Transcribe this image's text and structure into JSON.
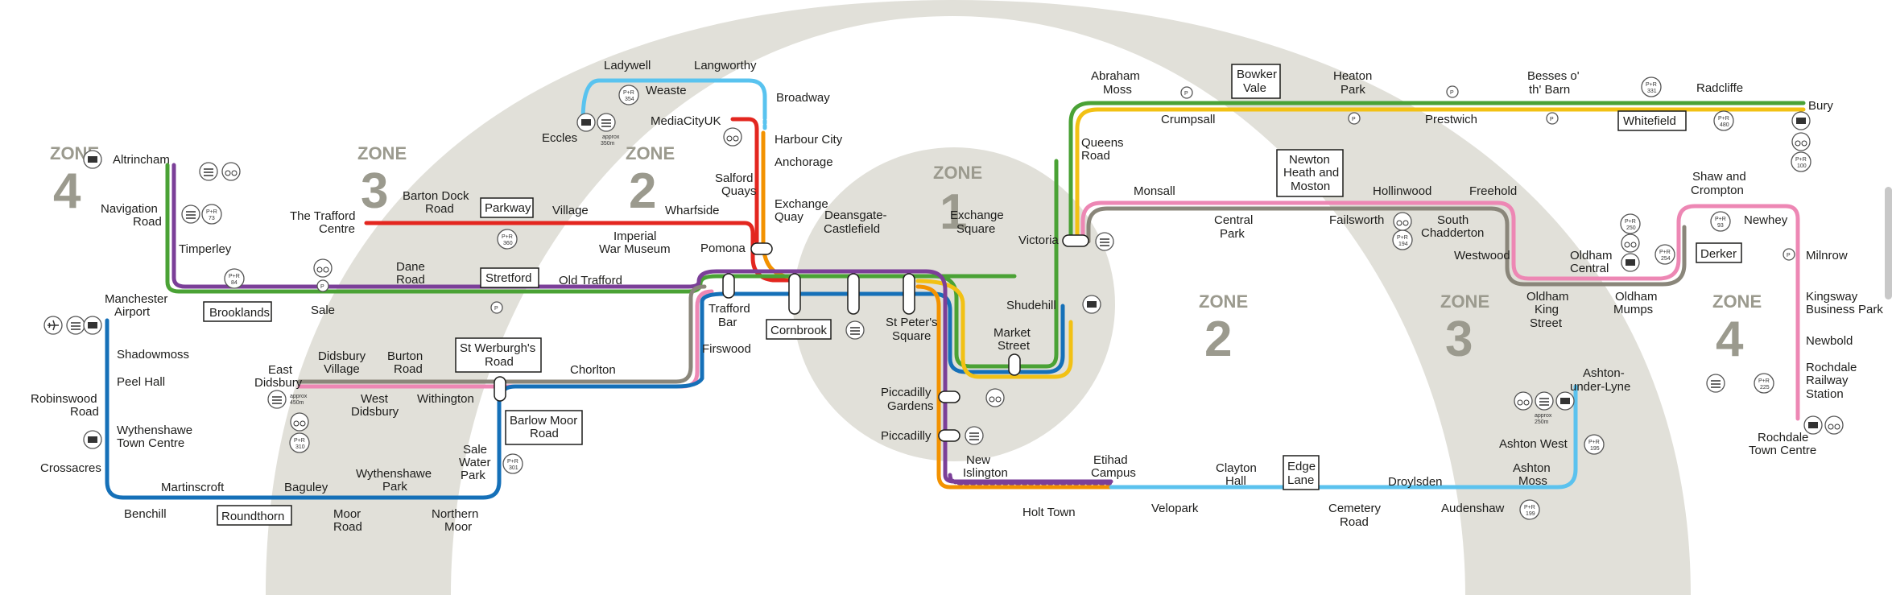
{
  "map": {
    "zones": [
      {
        "label": "ZONE",
        "number": "4"
      },
      {
        "label": "ZONE",
        "number": "3"
      },
      {
        "label": "ZONE",
        "number": "2"
      },
      {
        "label": "ZONE",
        "number": "1"
      },
      {
        "label": "ZONE",
        "number": "2"
      },
      {
        "label": "ZONE",
        "number": "3"
      },
      {
        "label": "ZONE",
        "number": "4"
      }
    ],
    "colors": {
      "zone_fill": "#e1e0d9",
      "altrincham": "#7b3f98",
      "bury": "#f2c114",
      "eccles": "#59c3ef",
      "airport": "#1570b8",
      "trafford": "#e3261f",
      "east_didsbury": "#ed87b4",
      "rochdale": "#ed87b4",
      "ashton": "#5bc2ee",
      "piccadilly_purple": "#7b3f98",
      "green": "#4aa235",
      "orange": "#f39200",
      "gray": "#8a867a"
    },
    "stations": [
      "Altrincham",
      "Navigation Road",
      "Timperley",
      "Brooklands",
      "Sale",
      "Dane Road",
      "Stretford",
      "Old Trafford",
      "The Trafford Centre",
      "Barton Dock Road",
      "Parkway",
      "Village",
      "Imperial War Museum",
      "Wharfside",
      "Ladywell",
      "Weaste",
      "Langworthy",
      "Broadway",
      "MediaCityUK",
      "Harbour City",
      "Anchorage",
      "Salford Quays",
      "Exchange Quay",
      "Pomona",
      "Eccles",
      "Manchester Airport",
      "Shadowmoss",
      "Peel Hall",
      "Robinswood Road",
      "Wythenshawe Town Centre",
      "Crossacres",
      "Benchill",
      "Martinscroft",
      "Roundthorn",
      "Baguley",
      "Moor Road",
      "Wythenshawe Park",
      "Northern Moor",
      "Sale Water Park",
      "Barlow Moor Road",
      "East Didsbury",
      "Didsbury Village",
      "West Didsbury",
      "Burton Road",
      "Withington",
      "St Werburgh's Road",
      "Chorlton",
      "Firswood",
      "Trafford Bar",
      "Cornbrook",
      "Deansgate-Castlefield",
      "St Peter's Square",
      "Exchange Square",
      "Victoria",
      "Shudehill",
      "Market Street",
      "Piccadilly Gardens",
      "Piccadilly",
      "New Islington",
      "Holt Town",
      "Abraham Moss",
      "Queens Road",
      "Crumpsall",
      "Bowker Vale",
      "Heaton Park",
      "Prestwich",
      "Besses o' th' Barn",
      "Whitefield",
      "Radcliffe",
      "Bury",
      "Monsall",
      "Central Park",
      "Newton Heath and Moston",
      "Failsworth",
      "Hollinwood",
      "South Chadderton",
      "Freehold",
      "Westwood",
      "Oldham King Street",
      "Oldham Central",
      "Oldham Mumps",
      "Derker",
      "Shaw and Crompton",
      "Newhey",
      "Milnrow",
      "Kingsway Business Park",
      "Newbold",
      "Rochdale Railway Station",
      "Rochdale Town Centre",
      "Etihad Campus",
      "Velopark",
      "Clayton Hall",
      "Edge Lane",
      "Cemetery Road",
      "Droylsden",
      "Audenshaw",
      "Ashton Moss",
      "Ashton West",
      "Ashton-under-Lyne"
    ],
    "labels": {
      "altrincham": "Altrincham",
      "navigation": [
        "Navigation",
        "Road"
      ],
      "timperley": "Timperley",
      "brooklands": "Brooklands",
      "sale": "Sale",
      "dane": [
        "Dane",
        "Road"
      ],
      "stretford": "Stretford",
      "old_trafford": "Old Trafford",
      "trafford_centre": [
        "The Trafford",
        "Centre"
      ],
      "barton": [
        "Barton Dock",
        "Road"
      ],
      "parkway": "Parkway",
      "village": "Village",
      "iwm": [
        "Imperial",
        "War Museum"
      ],
      "wharfside": "Wharfside",
      "ladywell": "Ladywell",
      "weaste": "Weaste",
      "langworthy": "Langworthy",
      "broadway": "Broadway",
      "mediacity": "MediaCityUK",
      "harbour": "Harbour City",
      "anchorage": "Anchorage",
      "salford_quays": [
        "Salford",
        "Quays"
      ],
      "exchange_quay": [
        "Exchange",
        "Quay"
      ],
      "pomona": "Pomona",
      "eccles": "Eccles",
      "airport": [
        "Manchester",
        "Airport"
      ],
      "shadowmoss": "Shadowmoss",
      "peel_hall": "Peel Hall",
      "robinswood": [
        "Robinswood",
        "Road"
      ],
      "wythenshawe_tc": [
        "Wythenshawe",
        "Town Centre"
      ],
      "crossacres": "Crossacres",
      "benchill": "Benchill",
      "martinscroft": "Martinscroft",
      "roundthorn": "Roundthorn",
      "baguley": "Baguley",
      "moor_road": [
        "Moor",
        "Road"
      ],
      "wyth_park": [
        "Wythenshawe",
        "Park"
      ],
      "northern_moor": [
        "Northern",
        "Moor"
      ],
      "sale_water": [
        "Sale",
        "Water",
        "Park"
      ],
      "barlow": [
        "Barlow Moor",
        "Road"
      ],
      "east_didsbury": [
        "East",
        "Didsbury"
      ],
      "didsbury_village": [
        "Didsbury",
        "Village"
      ],
      "west_didsbury": [
        "West",
        "Didsbury"
      ],
      "burton": [
        "Burton",
        "Road"
      ],
      "withington": "Withington",
      "st_werburgh": [
        "St Werburgh's",
        "Road"
      ],
      "chorlton": "Chorlton",
      "firswood": "Firswood",
      "trafford_bar": [
        "Trafford",
        "Bar"
      ],
      "cornbrook": "Cornbrook",
      "deansgate": [
        "Deansgate-",
        "Castlefield"
      ],
      "st_peters": [
        "St Peter's",
        "Square"
      ],
      "exchange_sq": [
        "Exchange",
        "Square"
      ],
      "victoria": "Victoria",
      "shudehill": "Shudehill",
      "market": [
        "Market",
        "Street"
      ],
      "pic_gardens": [
        "Piccadilly",
        "Gardens"
      ],
      "piccadilly": "Piccadilly",
      "new_islington": [
        "New",
        "Islington"
      ],
      "holt": "Holt Town",
      "abraham": [
        "Abraham",
        "Moss"
      ],
      "queens": [
        "Queens",
        "Road"
      ],
      "crumpsall": "Crumpsall",
      "bowker": [
        "Bowker",
        "Vale"
      ],
      "heaton": [
        "Heaton",
        "Park"
      ],
      "prestwich": "Prestwich",
      "besses": [
        "Besses o'",
        "th' Barn"
      ],
      "whitefield": "Whitefield",
      "radcliffe": "Radcliffe",
      "bury": "Bury",
      "monsall": "Monsall",
      "central_park": [
        "Central",
        "Park"
      ],
      "newton": [
        "Newton",
        "Heath and",
        "Moston"
      ],
      "failsworth": "Failsworth",
      "hollinwood": "Hollinwood",
      "south_chad": [
        "South",
        "Chadderton"
      ],
      "freehold": "Freehold",
      "westwood": "Westwood",
      "king_st": [
        "Oldham",
        "King",
        "Street"
      ],
      "oldham_central": [
        "Oldham",
        "Central"
      ],
      "mumps": [
        "Oldham",
        "Mumps"
      ],
      "derker": "Derker",
      "shaw": [
        "Shaw and",
        "Crompton"
      ],
      "newhey": "Newhey",
      "milnrow": "Milnrow",
      "kingsway": [
        "Kingsway",
        "Business Park"
      ],
      "newbold": "Newbold",
      "rochdale_rs": [
        "Rochdale",
        "Railway",
        "Station"
      ],
      "rochdale_tc": [
        "Rochdale",
        "Town Centre"
      ],
      "etihad": [
        "Etihad",
        "Campus"
      ],
      "velopark": "Velopark",
      "clayton": [
        "Clayton",
        "Hall"
      ],
      "edge_lane": [
        "Edge",
        "Lane"
      ],
      "cemetery": [
        "Cemetery",
        "Road"
      ],
      "droylsden": "Droylsden",
      "audenshaw": "Audenshaw",
      "ashton_moss": [
        "Ashton",
        "Moss"
      ],
      "ashton_west": "Ashton West",
      "ashton_ul": [
        "Ashton-",
        "under-Lyne"
      ]
    },
    "icons": {
      "pr": "P+R",
      "p": "P",
      "approx_350": [
        "approx",
        "350m"
      ],
      "approx_450": [
        "approx",
        "450m"
      ],
      "approx_250": [
        "approx",
        "250m"
      ],
      "pr_nums": {
        "weaste": "354",
        "navigation": "73",
        "brooklands": "84",
        "parkway": "360",
        "east_didsbury": "310",
        "sale_water": "301",
        "whitefield": "331",
        "radcliffe": "480",
        "bury": "100",
        "failsworth": "194",
        "oldham_central": "250",
        "derker": "254",
        "shaw": "93",
        "rochdale_rs": "225",
        "ashton_west": "195",
        "ashton_moss": "199"
      }
    }
  }
}
